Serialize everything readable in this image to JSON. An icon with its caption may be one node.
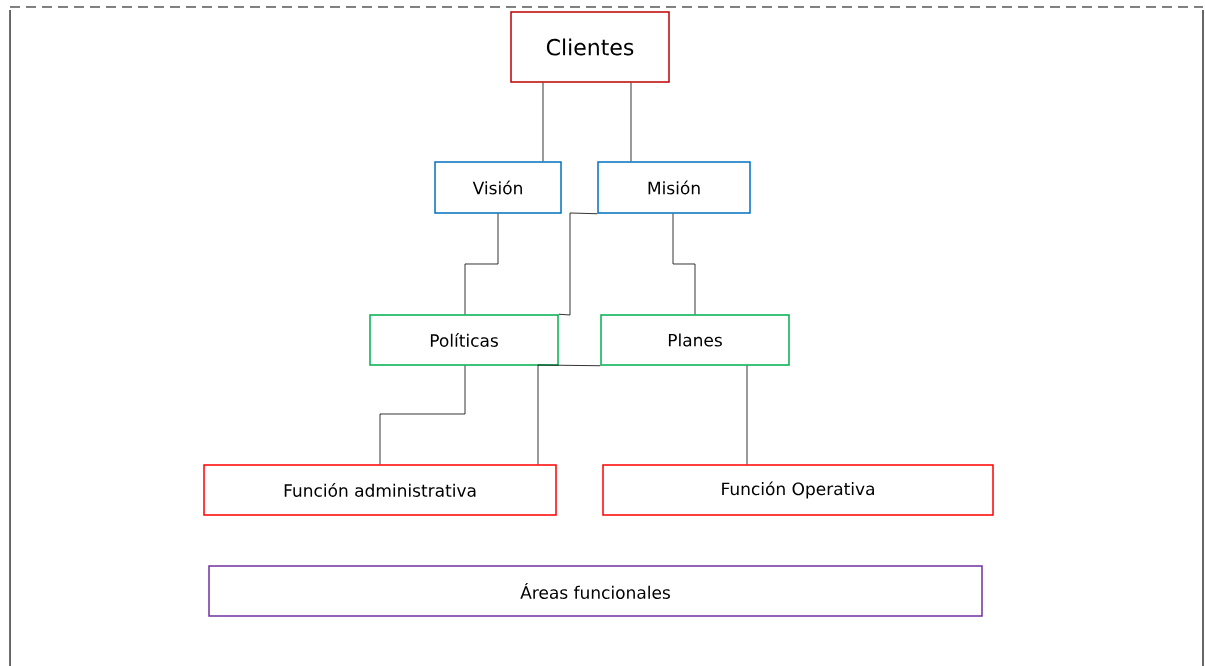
{
  "diagram": {
    "nodes": [
      {
        "text": [
          "Clientes"
        ]
      },
      {
        "text": [
          "Visión"
        ]
      },
      {
        "text": [
          "Misión"
        ]
      },
      {
        "text": [
          "Políticas"
        ]
      },
      {
        "text": [
          "Planes"
        ]
      },
      {
        "text": [
          "Función administrativa"
        ]
      },
      {
        "text": [
          "Función Operativa"
        ]
      },
      {
        "text": [
          "Áreas funcionales"
        ]
      }
    ],
    "edges": [
      {
        "from": 0,
        "to": 1,
        "arrow": "none"
      },
      {
        "from": 0,
        "to": 2,
        "arrow": "none"
      },
      {
        "from": 1,
        "to": 3,
        "arrow": "none"
      },
      {
        "from": 2,
        "to": 3,
        "arrow": "none"
      },
      {
        "from": 2,
        "to": 4,
        "arrow": "none"
      },
      {
        "from": 3,
        "to": 5,
        "arrow": "none"
      },
      {
        "from": 4,
        "to": 5,
        "arrow": "none"
      },
      {
        "from": 4,
        "to": 6,
        "arrow": "none"
      }
    ]
  }
}
